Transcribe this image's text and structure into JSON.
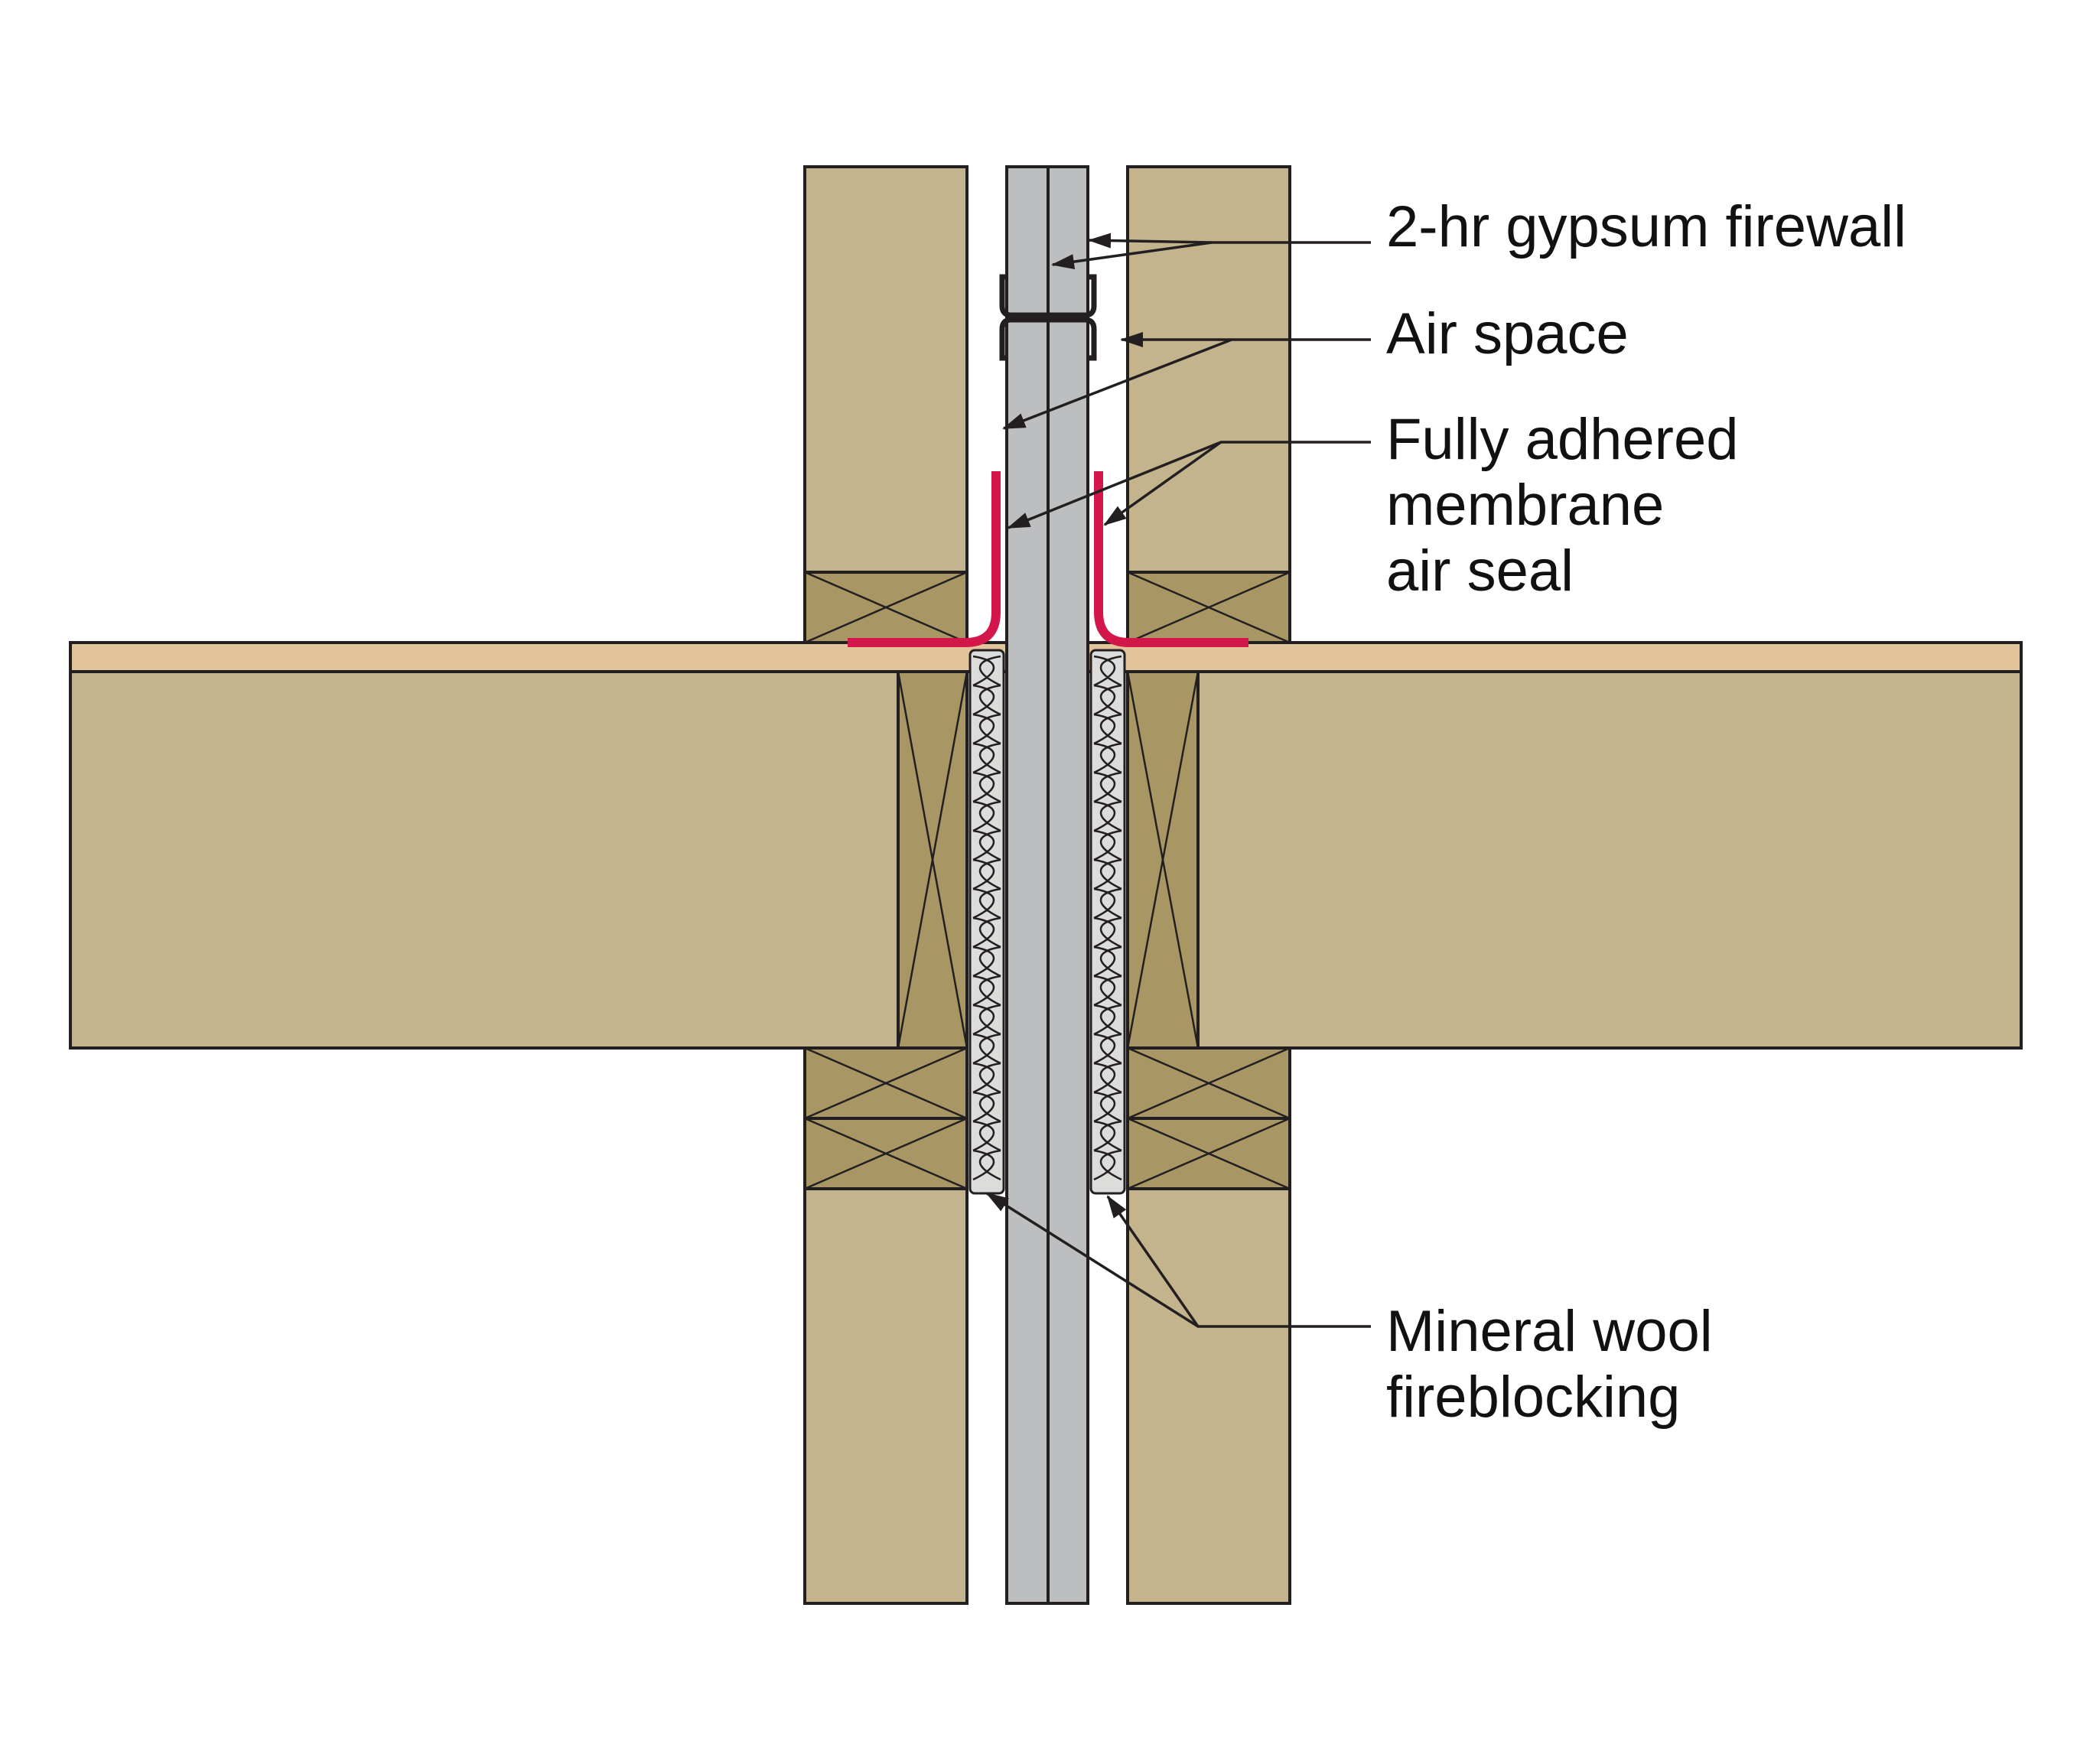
{
  "labels": {
    "gypsum_firewall": "2-hr gypsum firewall",
    "air_space": "Air space",
    "membrane_line1": "Fully adhered",
    "membrane_line2": "membrane",
    "membrane_line3": "air seal",
    "mineral_wool_line1": "Mineral wool",
    "mineral_wool_line2": "fireblocking"
  },
  "colors": {
    "wood": "#C4B48E",
    "blocking": "#A89765",
    "subfloor": "#E2C49A",
    "gypsum": "#BDBEC0",
    "membrane": "#D4174A",
    "mineral_wool": "#DCDCDA",
    "outline": "#231F20"
  }
}
